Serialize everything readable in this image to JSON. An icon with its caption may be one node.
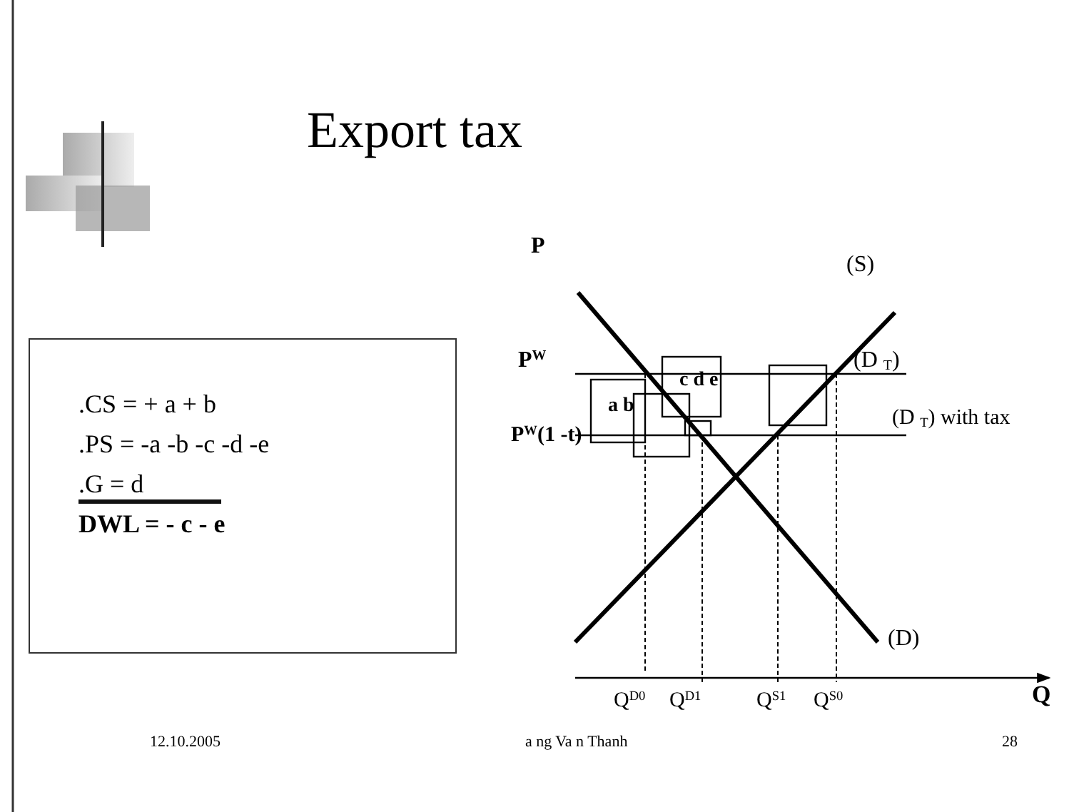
{
  "diagram": {
    "title": "Export tax",
    "nodes": [
      {
        "text": [
          ".CS = + a + b",
          ".PS = -a -b -c -d -e",
          ".G = d",
          "DWL = - c - e"
        ]
      }
    ],
    "labels": [
      "P",
      "(S)",
      "P$^{W}$",
      "(D $_{T}$)",
      "a b",
      "c d e",
      "P$^{W}$(1 -t)",
      "(D $_{T}$) with tax",
      "(D)",
      "Q$^{D0}$",
      "Q$^{D1}$",
      "Q$^{S1}$",
      "Q$^{S0}$",
      "Q",
      "12.10.2005",
      "a ng Va n Thanh",
      "28"
    ]
  }
}
